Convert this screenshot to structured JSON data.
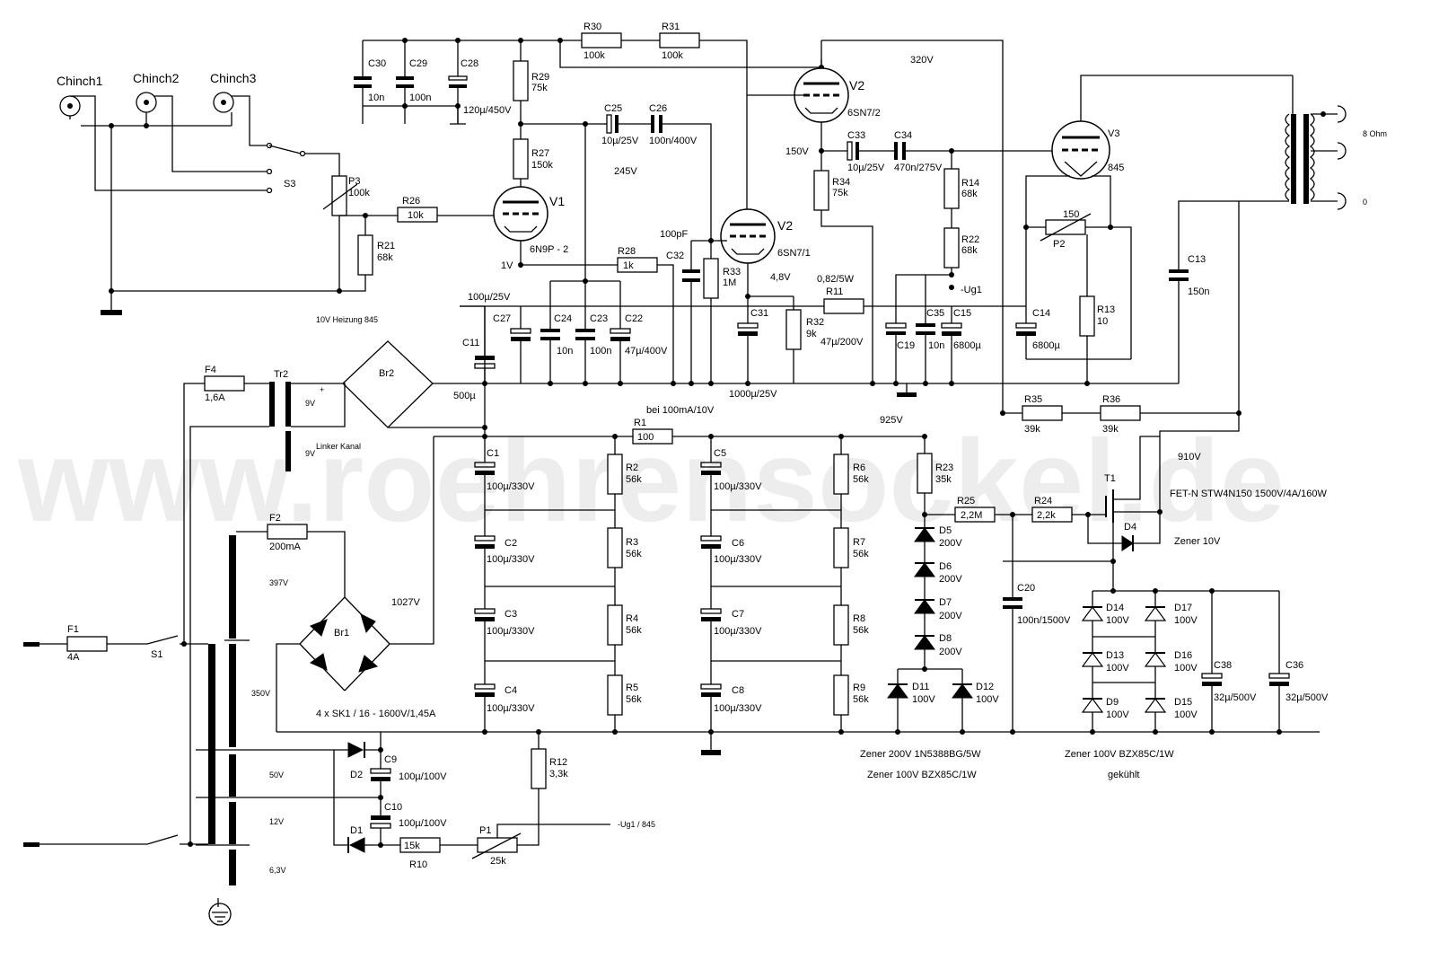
{
  "watermark": "www.roehrensockel.de",
  "inputs": {
    "in1": "Chinch1",
    "in2": "Chinch2",
    "in3": "Chinch3",
    "switch": "S3"
  },
  "tubes": {
    "v1": {
      "name": "V1",
      "type": "6N9P - 2"
    },
    "v2a": {
      "name": "V2",
      "type": "6SN7/2"
    },
    "v2b": {
      "name": "V2",
      "type": "6SN7/1"
    },
    "v3": {
      "name": "V3",
      "type": "845"
    }
  },
  "resistors": {
    "r1": [
      "R1",
      "100"
    ],
    "r2": [
      "R2",
      "56k"
    ],
    "r3": [
      "R3",
      "56k"
    ],
    "r4": [
      "R4",
      "56k"
    ],
    "r5": [
      "R5",
      "56k"
    ],
    "r6": [
      "R6",
      "56k"
    ],
    "r7": [
      "R7",
      "56k"
    ],
    "r8": [
      "R8",
      "56k"
    ],
    "r9": [
      "R9",
      "56k"
    ],
    "r10": [
      "R10",
      "15k"
    ],
    "r11": [
      "R11",
      "0,82/5W"
    ],
    "r12": [
      "R12",
      "3,3k"
    ],
    "r13": [
      "R13",
      "10"
    ],
    "r14": [
      "R14",
      "68k"
    ],
    "r21": [
      "R21",
      "68k"
    ],
    "r22": [
      "R22",
      "68k"
    ],
    "r23": [
      "R23",
      "35k"
    ],
    "r24": [
      "R24",
      "2,2k"
    ],
    "r25": [
      "R25",
      "2,2M"
    ],
    "r26": [
      "R26",
      "10k"
    ],
    "r27": [
      "R27",
      "150k"
    ],
    "r28": [
      "R28",
      "1k"
    ],
    "r29": [
      "R29",
      "75k"
    ],
    "r30": [
      "R30",
      "100k"
    ],
    "r31": [
      "R31",
      "100k"
    ],
    "r32": [
      "R32",
      "9k"
    ],
    "r33": [
      "R33",
      "1M"
    ],
    "r34": [
      "R34",
      "75k"
    ],
    "r35": [
      "R35",
      "39k"
    ],
    "r36": [
      "R36",
      "39k"
    ]
  },
  "pots": {
    "p1": [
      "P1",
      "25k"
    ],
    "p2": [
      "P2",
      "150"
    ],
    "p3": [
      "P3",
      "100k"
    ]
  },
  "capacitors": {
    "c1": [
      "C1",
      "100µ/330V"
    ],
    "c2": [
      "C2",
      "100µ/330V"
    ],
    "c3": [
      "C3",
      "100µ/330V"
    ],
    "c4": [
      "C4",
      "100µ/330V"
    ],
    "c5": [
      "C5",
      "100µ/330V"
    ],
    "c6": [
      "C6",
      "100µ/330V"
    ],
    "c7": [
      "C7",
      "100µ/330V"
    ],
    "c8": [
      "C8",
      "100µ/330V"
    ],
    "c9": [
      "C9",
      "100µ/100V"
    ],
    "c10": [
      "C10",
      "100µ/100V"
    ],
    "c11": [
      "C11",
      "500µ"
    ],
    "c13": [
      "C13",
      "150n"
    ],
    "c14": [
      "C14",
      "6800µ"
    ],
    "c15": [
      "C15",
      "6800µ"
    ],
    "c19": [
      "C19",
      ""
    ],
    "c20": [
      "C20",
      "100n/1500V"
    ],
    "c22": [
      "C22",
      "47µ/400V"
    ],
    "c23": [
      "C23",
      "100n"
    ],
    "c24": [
      "C24",
      "10n"
    ],
    "c25": [
      "C25",
      "10µ/25V"
    ],
    "c26": [
      "C26",
      "100n/400V"
    ],
    "c27": [
      "C27",
      "100µ/25V"
    ],
    "c28": [
      "C28",
      "120µ/450V"
    ],
    "c29": [
      "C29",
      "100n"
    ],
    "c30": [
      "C30",
      "10n"
    ],
    "c31": [
      "C31",
      "1000µ/25V"
    ],
    "c32": [
      "C32",
      "100pF"
    ],
    "c33": [
      "C33",
      "10µ/25V"
    ],
    "c34": [
      "C34",
      "470n/275V"
    ],
    "c35": [
      "C35",
      "10n"
    ],
    "c36": [
      "C36",
      "32µ/500V"
    ],
    "c38": [
      "C38",
      "32µ/500V"
    ]
  },
  "diodes": {
    "d1": "D1",
    "d2": "D2",
    "d4": "D4",
    "d5": [
      "D5",
      "200V"
    ],
    "d6": [
      "D6",
      "200V"
    ],
    "d7": [
      "D7",
      "200V"
    ],
    "d8": [
      "D8",
      "200V"
    ],
    "d9": [
      "D9",
      "100V"
    ],
    "d11": [
      "D11",
      "100V"
    ],
    "d12": [
      "D12",
      "100V"
    ],
    "d13": [
      "D13",
      "100V"
    ],
    "d14": [
      "D14",
      "100V"
    ],
    "d15": [
      "D15",
      "100V"
    ],
    "d16": [
      "D16",
      "100V"
    ],
    "d17": [
      "D17",
      "100V"
    ],
    "br1": "Br1",
    "br2": "Br2"
  },
  "misc": {
    "f1": [
      "F1",
      "4A"
    ],
    "f2": [
      "F2",
      "200mA"
    ],
    "f4": [
      "F4",
      "1,6A"
    ],
    "s1": "S1",
    "tr2": "Tr2",
    "t1": "T1",
    "out_8": "8 Ohm",
    "out_0": "0",
    "ug1": "-Ug1",
    "ug1_845": "-Ug1 /  845"
  },
  "voltages": {
    "v320": "320V",
    "v150": "150V",
    "v245": "245V",
    "v1": "1V",
    "v48": "4,8V",
    "v925": "925V",
    "v910": "910V",
    "v1027": "1027V",
    "v397": "397V",
    "v350": "350V",
    "v50": "50V",
    "v12": "12V",
    "v63": "6,3V",
    "v9a": "9V",
    "v9b": "9V",
    "r11_val": "47µ/200V",
    "plus": "+"
  },
  "notes": {
    "heizung": "10V Heizung 845",
    "linker": "Linker Kanal",
    "bei100": "bei 100mA/10V",
    "fet": "FET-N STW4N150 1500V/4A/160W",
    "zener10": "Zener 10V",
    "sk1": "4 x SK1 / 16 - 1600V/1,45A",
    "zener200": "Zener 200V 1N5388BG/5W",
    "zener100a": "Zener 100V BZX85C/1W",
    "zener100b": "Zener 100V BZX85C/1W",
    "gekuehlt": "gekühlt"
  }
}
